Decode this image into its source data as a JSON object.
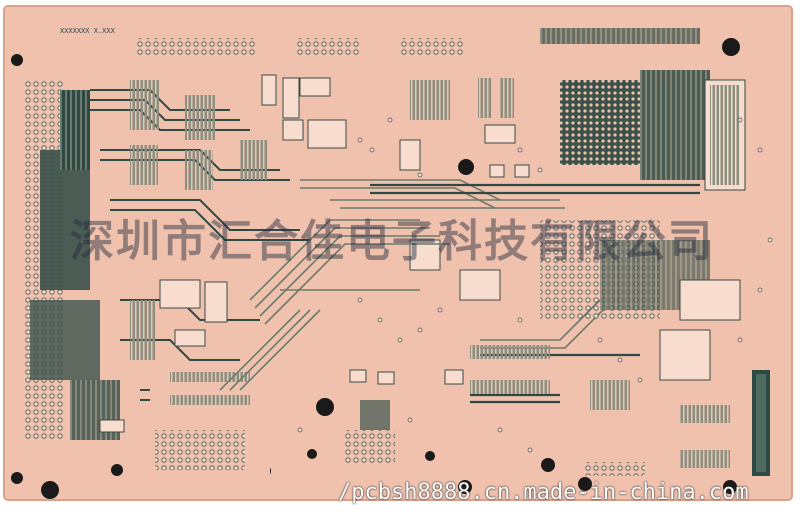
{
  "image": {
    "subject": "Populated-free printed circuit board, copper/pink surface with dark green traces and via holes",
    "colors": {
      "board": "#f0c2ae",
      "board_edge": "#e4ae98",
      "trace_dark": "#2f4a44",
      "trace_mid": "#6b7a6c",
      "pad_light": "#f8dccd",
      "hole": "#1a1a1a",
      "background": "#ffffff"
    }
  },
  "silkscreen_label": "XXXXXXX X.XXX",
  "watermark_text": "深圳市汇合佳电子科技有限公司",
  "url_text": "/pcbsh8888.cn.made-in-china.com"
}
